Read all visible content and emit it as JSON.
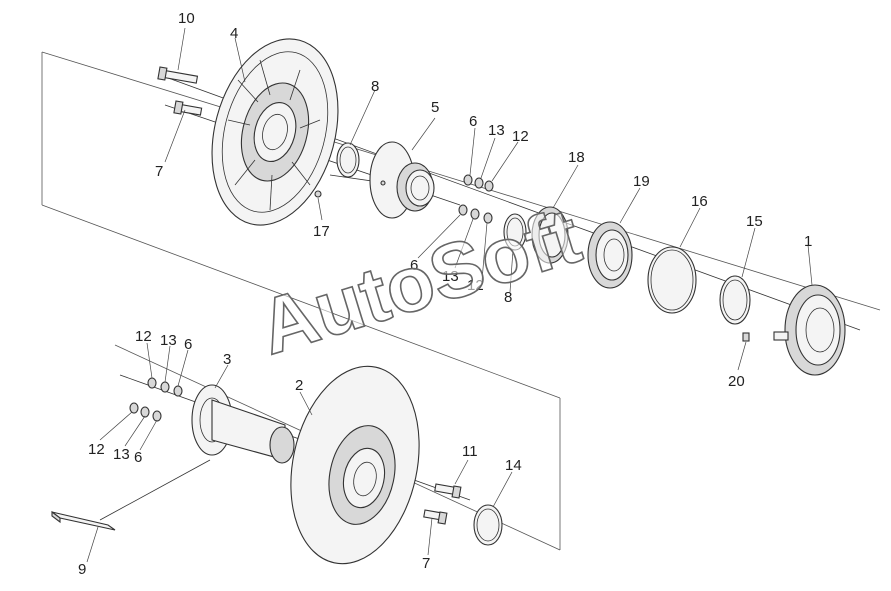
{
  "watermark": "AutoSoft",
  "callouts": {
    "n1": "1",
    "n2": "2",
    "n3": "3",
    "n4": "4",
    "n5": "5",
    "n6a": "6",
    "n6b": "6",
    "n6c": "6",
    "n6d": "6",
    "n7a": "7",
    "n7b": "7",
    "n8a": "8",
    "n8b": "8",
    "n9": "9",
    "n10": "10",
    "n11": "11",
    "n12a": "12",
    "n12b": "12",
    "n12c": "12",
    "n12d": "12",
    "n13a": "13",
    "n13b": "13",
    "n13c": "13",
    "n13d": "13",
    "n14": "14",
    "n15": "15",
    "n16": "16",
    "n17": "17",
    "n18": "18",
    "n19": "19",
    "n20": "20"
  }
}
